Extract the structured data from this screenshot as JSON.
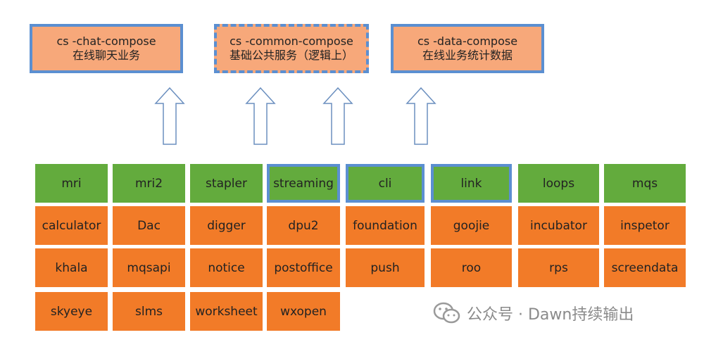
{
  "top_modules": [
    {
      "name": "cs -chat-compose",
      "desc": "在线聊天业务"
    },
    {
      "name": "cs -common-compose",
      "desc": "基础公共服务（逻辑上）"
    },
    {
      "name": "cs -data-compose",
      "desc": "在线业务统计数据"
    }
  ],
  "rows": [
    [
      "mri",
      "mri2",
      "stapler",
      "streaming",
      "cli",
      "link",
      "loops",
      "mqs"
    ],
    [
      "calculator",
      "Dac",
      "digger",
      "dpu2",
      "foundation",
      "goojie",
      "incubator",
      "inspetor"
    ],
    [
      "khala",
      "mqsapi",
      "notice",
      "postoffice",
      "push",
      "roo",
      "rps",
      "screendata"
    ],
    [
      "skyeye",
      "slms",
      "worksheet",
      "wxopen"
    ]
  ],
  "colors": {
    "top_fill": "#f7a87a",
    "top_border": "#5b8fd1",
    "green": "#63ab3d",
    "orange": "#f27b28",
    "highlight_border": "#5b8fd1"
  },
  "watermark": {
    "text": "公众号 · Dawn持续输出",
    "icon": "wechat-icon"
  }
}
